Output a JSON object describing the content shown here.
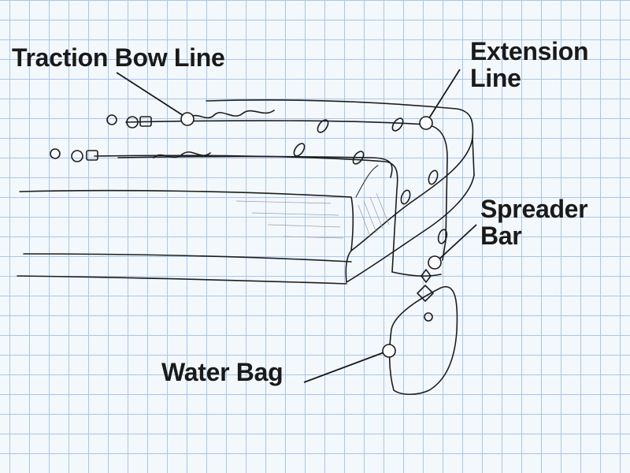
{
  "labels": {
    "traction_bow_line": "Traction Bow Line",
    "extension_line_1": "Extension",
    "extension_line_2": "Line",
    "spreader_bar_1": "Spreader",
    "spreader_bar_2": "Bar",
    "water_bag": "Water Bag"
  },
  "colors": {
    "grid_line": "#a9c6e6",
    "background": "#f3f8fd",
    "ink": "#1a1a1a"
  }
}
